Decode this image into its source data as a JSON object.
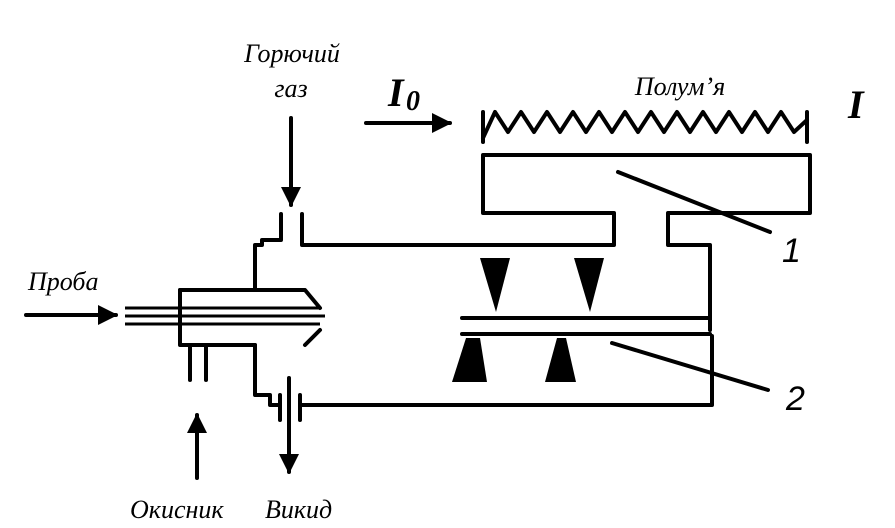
{
  "labels": {
    "fuel_gas_line1": "Горючий",
    "fuel_gas_line2": "газ",
    "incident_intensity": "I",
    "incident_intensity_sub": "0",
    "flame": "Полум’я",
    "transmitted_intensity": "I",
    "sample": "Проба",
    "oxidizer": "Окисник",
    "exhaust": "Викид",
    "part_1": "1",
    "part_2": "2"
  }
}
